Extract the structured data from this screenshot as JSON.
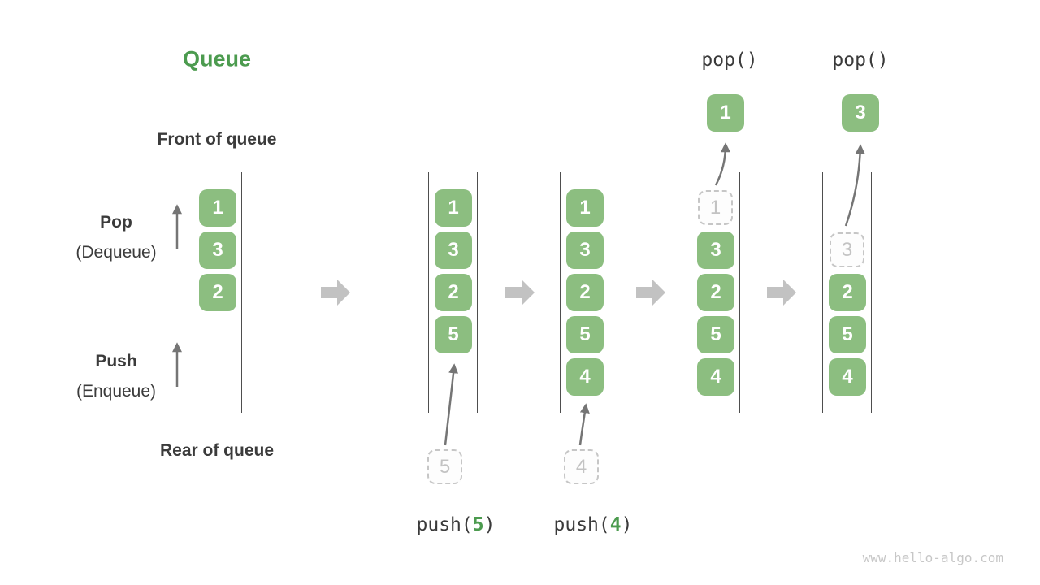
{
  "title": "Queue",
  "watermark": "www.hello-algo.com",
  "labels": {
    "front_of_queue": "Front of queue",
    "rear_of_queue": "Rear of queue",
    "pop": "Pop",
    "pop_sub": "(Dequeue)",
    "push": "Push",
    "push_sub": "(Enqueue)"
  },
  "colors": {
    "green_box": "#8cbe80",
    "green_accent": "#4c9b4f",
    "dark_text": "#3b3b3b",
    "block_arrow": "#c2c2c2",
    "dashed": "#c6c6c6"
  },
  "columns": [
    {
      "slots": [
        {
          "value": "1",
          "style": "filled"
        },
        {
          "value": "3",
          "style": "filled"
        },
        {
          "value": "2",
          "style": "filled"
        }
      ]
    },
    {
      "slots": [
        {
          "value": "1",
          "style": "filled"
        },
        {
          "value": "3",
          "style": "filled"
        },
        {
          "value": "2",
          "style": "filled"
        },
        {
          "value": "5",
          "style": "filled"
        }
      ]
    },
    {
      "slots": [
        {
          "value": "1",
          "style": "filled"
        },
        {
          "value": "3",
          "style": "filled"
        },
        {
          "value": "2",
          "style": "filled"
        },
        {
          "value": "5",
          "style": "filled"
        },
        {
          "value": "4",
          "style": "filled"
        }
      ]
    },
    {
      "slots": [
        {
          "value": "1",
          "style": "ghost"
        },
        {
          "value": "3",
          "style": "filled"
        },
        {
          "value": "2",
          "style": "filled"
        },
        {
          "value": "5",
          "style": "filled"
        },
        {
          "value": "4",
          "style": "filled"
        }
      ]
    },
    {
      "slots": [
        {
          "value": "3",
          "style": "ghost"
        },
        {
          "value": "2",
          "style": "filled"
        },
        {
          "value": "5",
          "style": "filled"
        },
        {
          "value": "4",
          "style": "filled"
        }
      ]
    }
  ],
  "push_ops": [
    {
      "prefix": "push(",
      "arg": "5",
      "suffix": ")",
      "source_value": "5"
    },
    {
      "prefix": "push(",
      "arg": "4",
      "suffix": ")",
      "source_value": "4"
    }
  ],
  "pop_ops": [
    {
      "label": "pop()",
      "popped_value": "1"
    },
    {
      "label": "pop()",
      "popped_value": "3"
    }
  ],
  "icons": {
    "step_arrow": "block-arrow-right",
    "direction_arrow": "arrow-up",
    "transfer_arrow": "curved-arrow-up"
  }
}
